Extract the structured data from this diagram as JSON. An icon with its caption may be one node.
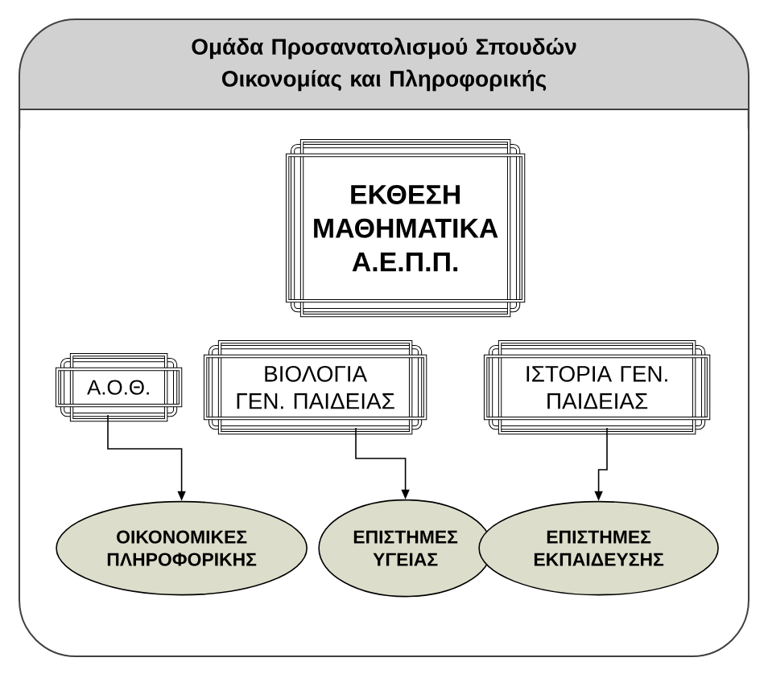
{
  "diagram": {
    "nodes": [
      {
        "text": [
          "Ομάδα Προσανατολισμού Σπουδών Οικονομίας και Πληροφορικής"
        ]
      },
      {
        "text": [
          "ΕΚΘΕΣΗ ΜΑΘΗΜΑΤΙΚΑ Α.Ε.Π.Π."
        ],
        "in": 0
      },
      {
        "text": [
          "Α.Ο.Θ."
        ],
        "in": 0
      },
      {
        "text": [
          "ΒΙΟΛΟΓΙΑ ΓΕΝ. ΠΑΙΔΕΙΑΣ"
        ],
        "in": 0
      },
      {
        "text": [
          "ΙΣΤΟΡΙΑ ΓΕΝ. ΠΑΙΔΕΙΑΣ"
        ],
        "in": 0
      },
      {
        "text": [
          "ΟΙΚΟΝΟΜΙΚΕΣ ΠΛΗΡΟΦΟΡΙΚΗΣ"
        ],
        "in": 0
      },
      {
        "text": [
          "ΕΠΙΣΤΗΜΕΣ ΥΓΕΙΑΣ"
        ],
        "in": 0
      },
      {
        "text": [
          "ΕΠΙΣΤΗΜΕΣ ΕΚΠΑΙΔΕΥΣΗΣ"
        ],
        "in": 0
      }
    ],
    "edges": [
      {
        "from": 2,
        "to": 5,
        "arrow": "to"
      },
      {
        "from": 3,
        "to": 6,
        "arrow": "to"
      },
      {
        "from": 4,
        "to": 7,
        "arrow": "to"
      }
    ]
  }
}
